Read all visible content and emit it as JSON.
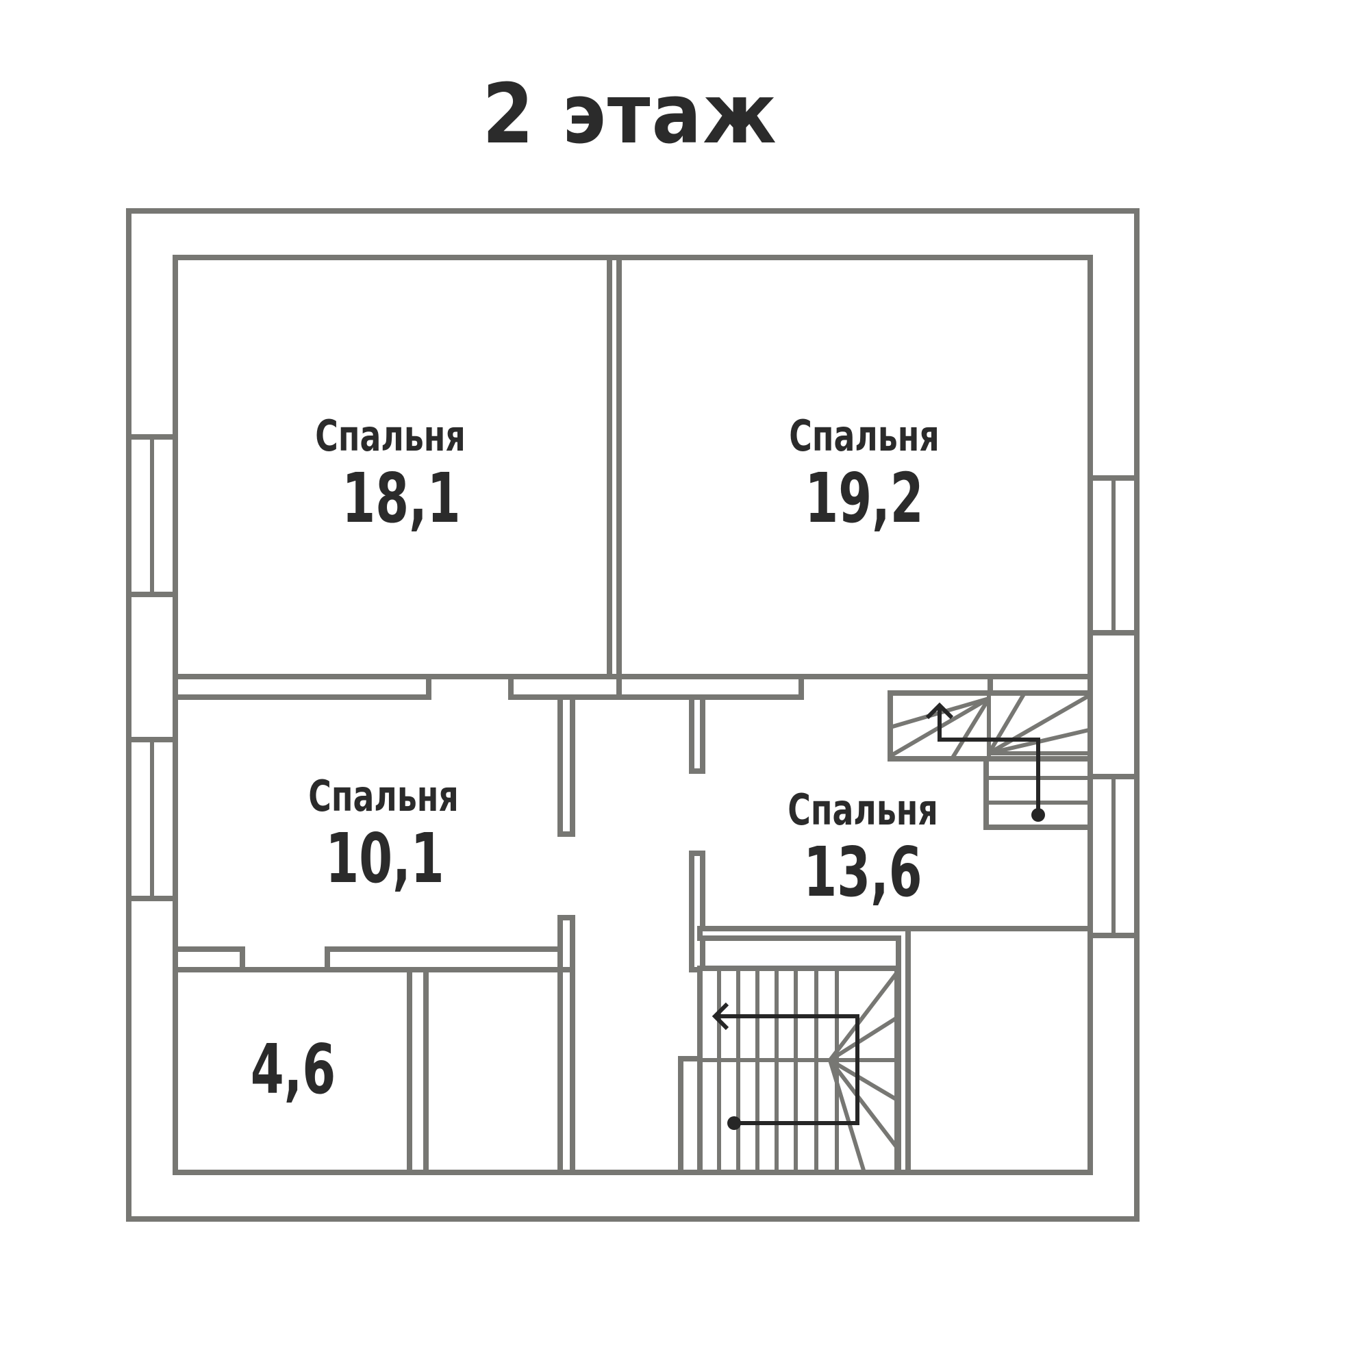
{
  "title": "2 этаж",
  "rooms": [
    {
      "name": "Спальня",
      "area": "18,1"
    },
    {
      "name": "Спальня",
      "area": "19,2"
    },
    {
      "name": "Спальня",
      "area": "10,1"
    },
    {
      "name": "Спальня",
      "area": "13,6"
    },
    {
      "name": "",
      "area": "4,6"
    }
  ],
  "colors": {
    "wall": "#777773",
    "text": "#2b2b2b",
    "arrow": "#262626",
    "background": "#ffffff"
  }
}
